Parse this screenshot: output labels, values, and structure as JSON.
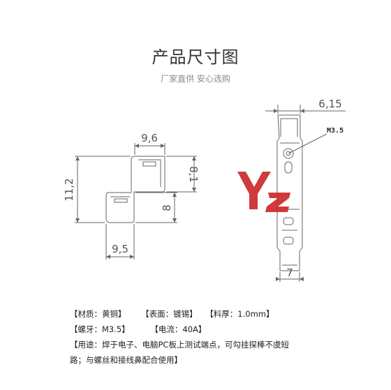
{
  "header": {
    "title": "产品尺寸图",
    "subtitle": "厂家直供 安心选购"
  },
  "drawing": {
    "dims": {
      "top_width": "9,6",
      "left_height": "11,2",
      "right_height": "8,1",
      "step_height": "8",
      "bottom_width": "9,5",
      "front_top_width": "6,15",
      "thread": "M3.5",
      "front_bottom_width": "7"
    },
    "logo_letters": "YZ",
    "colors": {
      "line": "#666666",
      "logo_red": "#cc2a2a"
    }
  },
  "specs": {
    "material": "【材质：黄铜】",
    "surface": "【表面：镀锡】",
    "thickness": "【料厚：1.0mm】",
    "thread": "【螺牙：M3.5】",
    "current": "【电流：40A】",
    "usage_line1": "【用途：焊于电子、电脑PC板上测试端点，可勾挂探棒不虞短",
    "usage_line2": "路；与螺丝和接线鼻配合使用】"
  }
}
